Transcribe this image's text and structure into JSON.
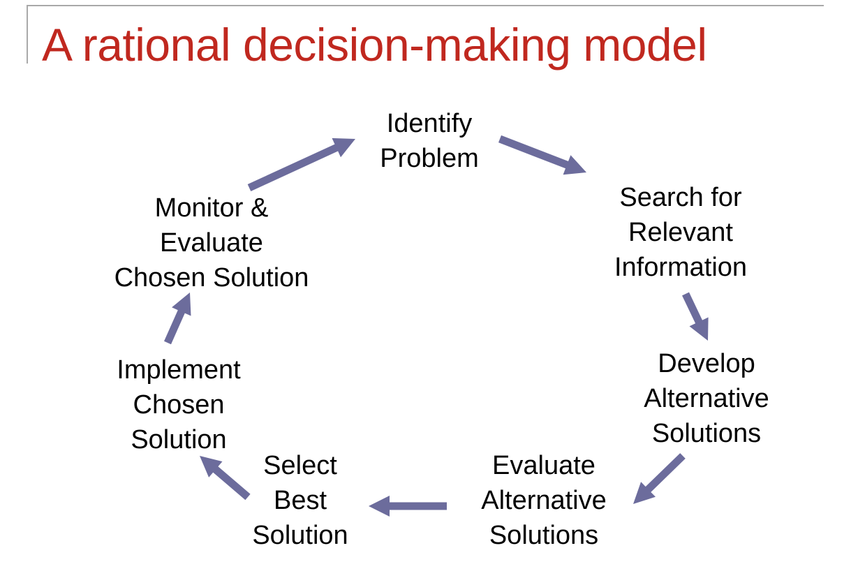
{
  "title": "A rational decision-making model",
  "colors": {
    "title": "#c0281f",
    "arrow": "#6c6c9c",
    "text": "#000000",
    "frame": "#a9a9a9"
  },
  "steps": [
    {
      "id": "identify-problem",
      "lines": [
        "Identify",
        "Problem"
      ]
    },
    {
      "id": "search-relevant-information",
      "lines": [
        "Search for",
        "Relevant",
        "Information"
      ]
    },
    {
      "id": "develop-alternative-solutions",
      "lines": [
        "Develop",
        "Alternative",
        "Solutions"
      ]
    },
    {
      "id": "evaluate-alternative-solutions",
      "lines": [
        "Evaluate",
        "Alternative",
        "Solutions"
      ]
    },
    {
      "id": "select-best-solution",
      "lines": [
        "Select",
        "Best",
        "Solution"
      ]
    },
    {
      "id": "implement-chosen-solution",
      "lines": [
        "Implement",
        "Chosen",
        "Solution"
      ]
    },
    {
      "id": "monitor-evaluate-chosen-solution",
      "lines": [
        "Monitor &",
        "Evaluate",
        "Chosen Solution"
      ]
    }
  ]
}
